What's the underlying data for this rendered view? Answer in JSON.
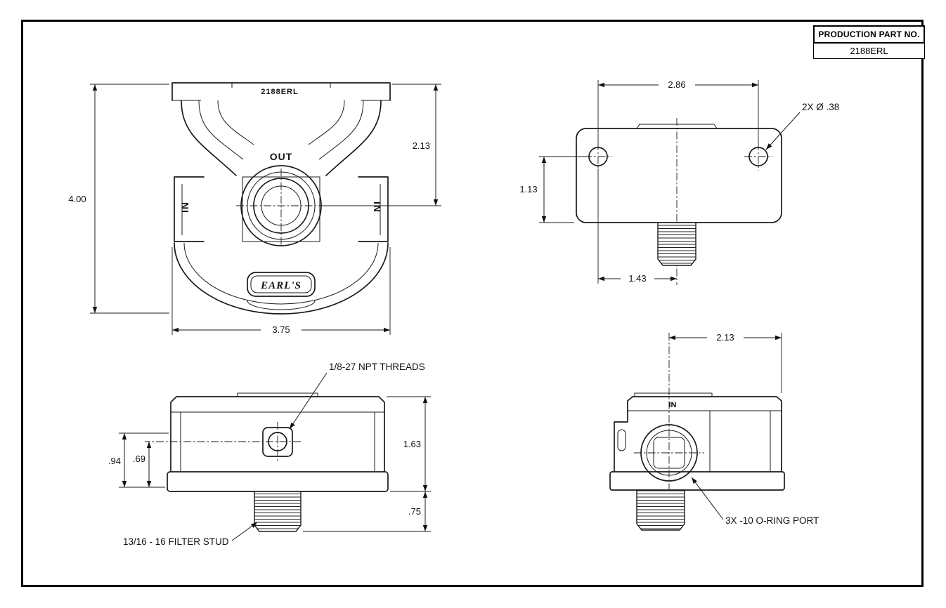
{
  "sheet": {
    "title_block": {
      "label": "PRODUCTION PART NO.",
      "part_number": "2188ERL"
    }
  },
  "front_view": {
    "engraving": "2188ERL",
    "out_label": "OUT",
    "in_left": "IN",
    "in_right": "IN",
    "logo": "EARL'S",
    "dim_height": "4.00",
    "dim_center_height": "2.13",
    "dim_width": "3.75"
  },
  "top_view": {
    "dim_width": "2.86",
    "dim_hole_offset": "1.13",
    "dim_stud_offset": "1.43",
    "callout_holes": "2X Ø .38"
  },
  "side_view": {
    "dim_body_height": "1.63",
    "dim_stud_length": ".75",
    "dim_boss_height": ".94",
    "dim_port_height": ".69",
    "callout_npt": "1/8-27 NPT THREADS",
    "callout_stud": "13/16 - 16 FILTER STUD"
  },
  "end_view": {
    "in_label": "IN",
    "dim_port_offset": "2.13",
    "callout_oring": "3X -10 O-RING PORT"
  }
}
